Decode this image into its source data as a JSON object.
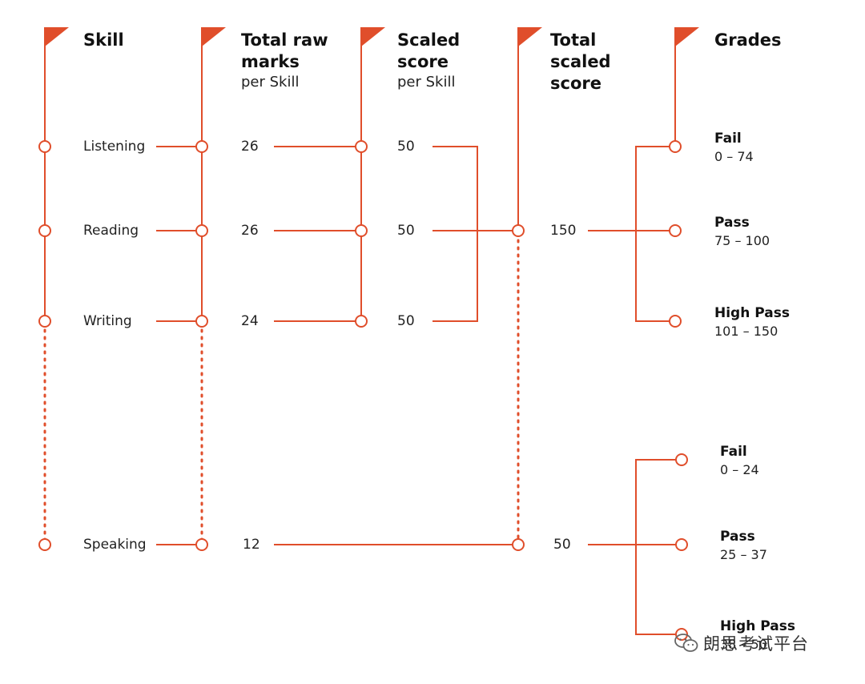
{
  "colors": {
    "line": "#e04e2b",
    "flag": "#e04e2b"
  },
  "headers": {
    "skill": "Skill",
    "raw_marks": "Total raw marks",
    "raw_marks_sub": "per Skill",
    "scaled": "Scaled score",
    "scaled_sub": "per Skill",
    "total_scaled": "Total scaled score",
    "grades": "Grades"
  },
  "skills": [
    {
      "name": "Listening",
      "raw_marks": "26",
      "scaled": "50"
    },
    {
      "name": "Reading",
      "raw_marks": "26",
      "scaled": "50"
    },
    {
      "name": "Writing",
      "raw_marks": "24",
      "scaled": "50"
    },
    {
      "name": "Speaking",
      "raw_marks": "12"
    }
  ],
  "totals": {
    "lrw": "150",
    "speaking": "50"
  },
  "grades_lrw": [
    {
      "name": "Fail",
      "range": "0 – 74"
    },
    {
      "name": "Pass",
      "range": "75 – 100"
    },
    {
      "name": "High Pass",
      "range": "101 – 150"
    }
  ],
  "grades_speaking": [
    {
      "name": "Fail",
      "range": "0 – 24"
    },
    {
      "name": "Pass",
      "range": "25 – 37"
    },
    {
      "name": "High Pass",
      "range": "38 – 50"
    }
  ],
  "watermark": {
    "icon": "wechat-icon",
    "text": "朗思考试平台"
  }
}
